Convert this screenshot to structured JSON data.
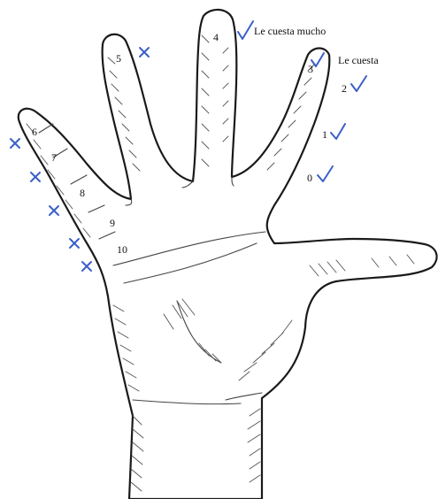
{
  "colors": {
    "mark": "#3a5fc8",
    "ink": "#1a1a1a"
  },
  "numbers": {
    "n0": "0",
    "n1": "1",
    "n2": "2",
    "n3": "3",
    "n4": "4",
    "n5": "5",
    "n6": "6",
    "n7": "7",
    "n8": "8",
    "n9": "9",
    "n10": "10"
  },
  "notes": {
    "le_cuesta_mucho": "Le cuesta mucho",
    "le_cuesta": "Le cuesta"
  },
  "icons": {
    "check": "check-icon",
    "cross": "cross-icon"
  }
}
